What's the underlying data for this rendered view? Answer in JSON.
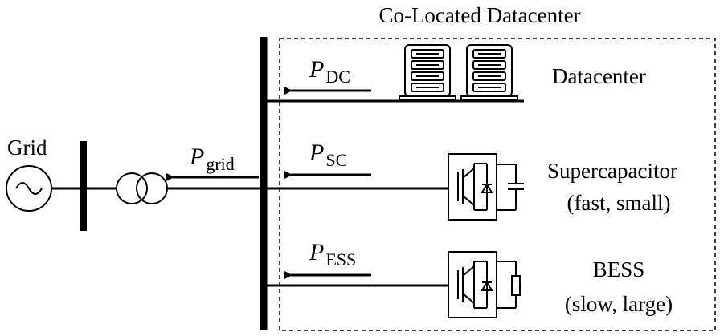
{
  "title": "Co-Located Datacenter",
  "grid_label": "Grid",
  "flows": {
    "grid": {
      "symbol": "P",
      "subscript": "grid"
    },
    "dc": {
      "symbol": "P",
      "subscript": "DC"
    },
    "sc": {
      "symbol": "P",
      "subscript": "SC"
    },
    "ess": {
      "symbol": "P",
      "subscript": "ESS"
    }
  },
  "components": {
    "datacenter": {
      "label": "Datacenter"
    },
    "supercapacitor": {
      "label": "Supercapacitor",
      "note": "(fast, small)"
    },
    "bess": {
      "label": "BESS",
      "note": "(slow, large)"
    }
  },
  "icons": {
    "ac_source": "ac-source-icon",
    "transformer": "transformer-icon",
    "server_rack": "server-rack-icon",
    "converter": "power-converter-icon",
    "capacitor": "capacitor-icon",
    "battery": "battery-resistor-icon"
  }
}
